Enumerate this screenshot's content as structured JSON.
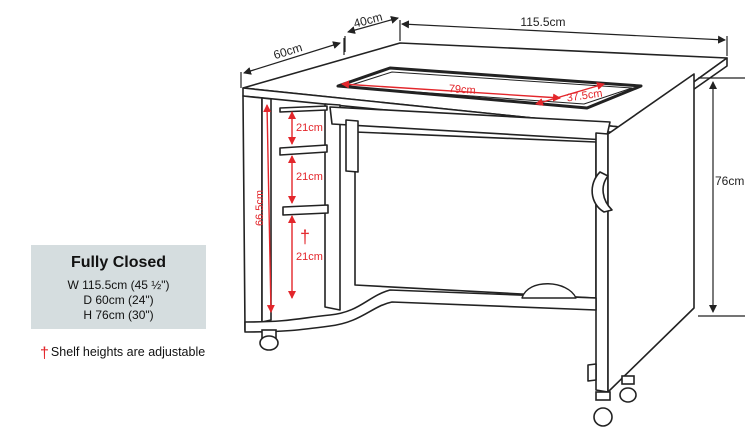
{
  "dimensions": {
    "depth_top": "60cm",
    "depth_rear": "40cm",
    "width": "115.5cm",
    "height": "76cm",
    "opening_width": "79cm",
    "opening_depth": "37.5cm",
    "shelf_column_height": "66.5cm",
    "shelf_gap_1": "21cm",
    "shelf_gap_2": "21cm",
    "shelf_gap_3": "21cm",
    "dagger": "†"
  },
  "info_box": {
    "title": "Fully Closed",
    "width_line": "W 115.5cm (45 ½\")",
    "depth_line": "D 60cm (24\")",
    "height_line": "H 76cm (30\")"
  },
  "note": {
    "dagger": "†",
    "text": "Shelf heights are adjustable"
  },
  "colors": {
    "accent_red": "#e3262b",
    "line": "#222222",
    "box_bg": "#d5dddf"
  }
}
